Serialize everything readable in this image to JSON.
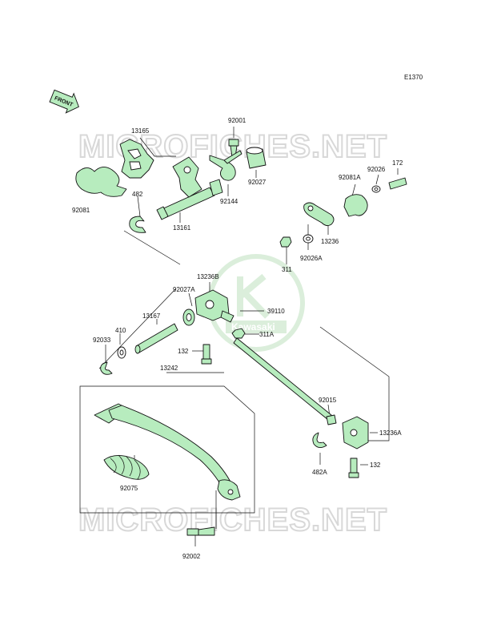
{
  "diagram_code": "E1370",
  "front_arrow_label": "FRONT",
  "watermark_text": "MICROFICHES.NET",
  "logo_text": "Kawasaki",
  "colors": {
    "part_fill": "#b7ecbe",
    "watermark": "#d8d8d8",
    "line": "#111111"
  },
  "parts": {
    "p92001": "92001",
    "p13165": "13165",
    "p92081": "92081",
    "p482": "482",
    "p13161": "13161",
    "p92144": "92144",
    "p92027": "92027",
    "p92026": "92026",
    "p172": "172",
    "p92081A": "92081A",
    "p13236": "13236",
    "p92026A": "92026A",
    "p311": "311",
    "p13236B": "13236B",
    "p92027A": "92027A",
    "p39110": "39110",
    "p311A": "311A",
    "p13167": "13167",
    "p410": "410",
    "p92033": "92033",
    "p132a": "132",
    "p13242": "13242",
    "p92015": "92015",
    "p13236A": "13236A",
    "p482A": "482A",
    "p132b": "132",
    "p92075": "92075",
    "p92002": "92002"
  }
}
